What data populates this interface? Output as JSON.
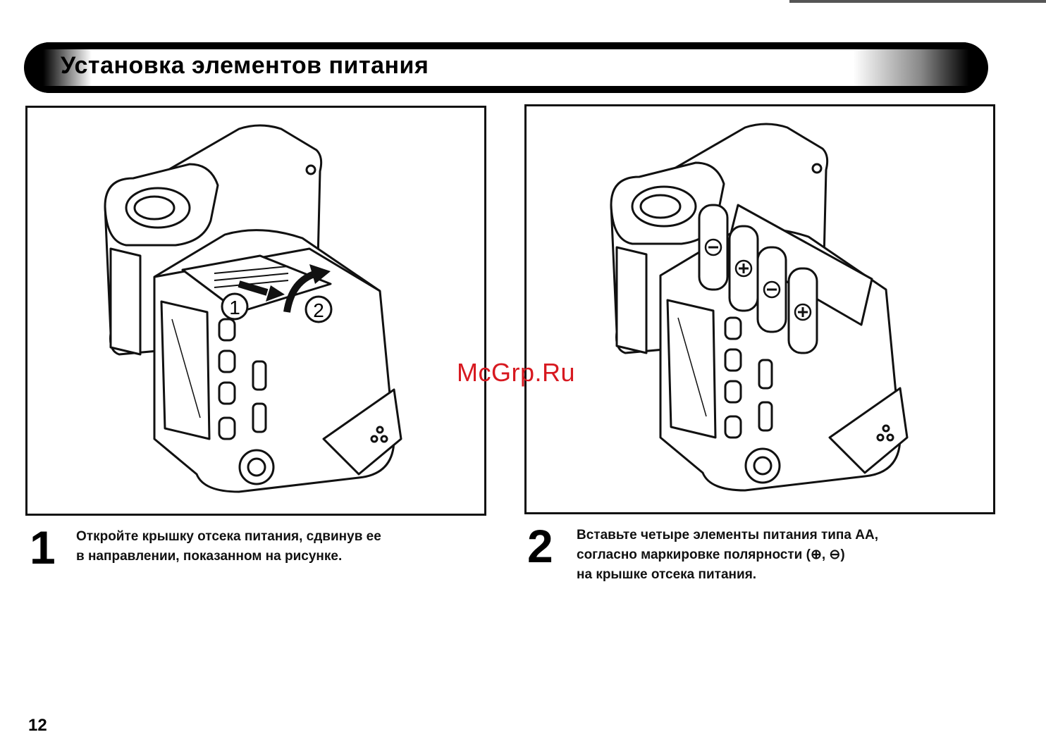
{
  "header": {
    "title": "Установка элементов питания"
  },
  "steps": [
    {
      "number": "1",
      "lines": [
        "Откройте крышку отсека питания, сдвинув ее",
        "в направлении, показанном на рисунке."
      ],
      "callouts": [
        "1",
        "2"
      ]
    },
    {
      "number": "2",
      "lines": [
        "Вставьте четыре элементы питания типа AA,",
        "согласно маркировке полярности (⊕, ⊖)",
        "на крышке отсека питания."
      ]
    }
  ],
  "watermark": "McGrp.Ru",
  "footer": {
    "page_number": "12"
  },
  "icons": {
    "plus": "plus-terminal-icon",
    "minus": "minus-terminal-icon"
  }
}
